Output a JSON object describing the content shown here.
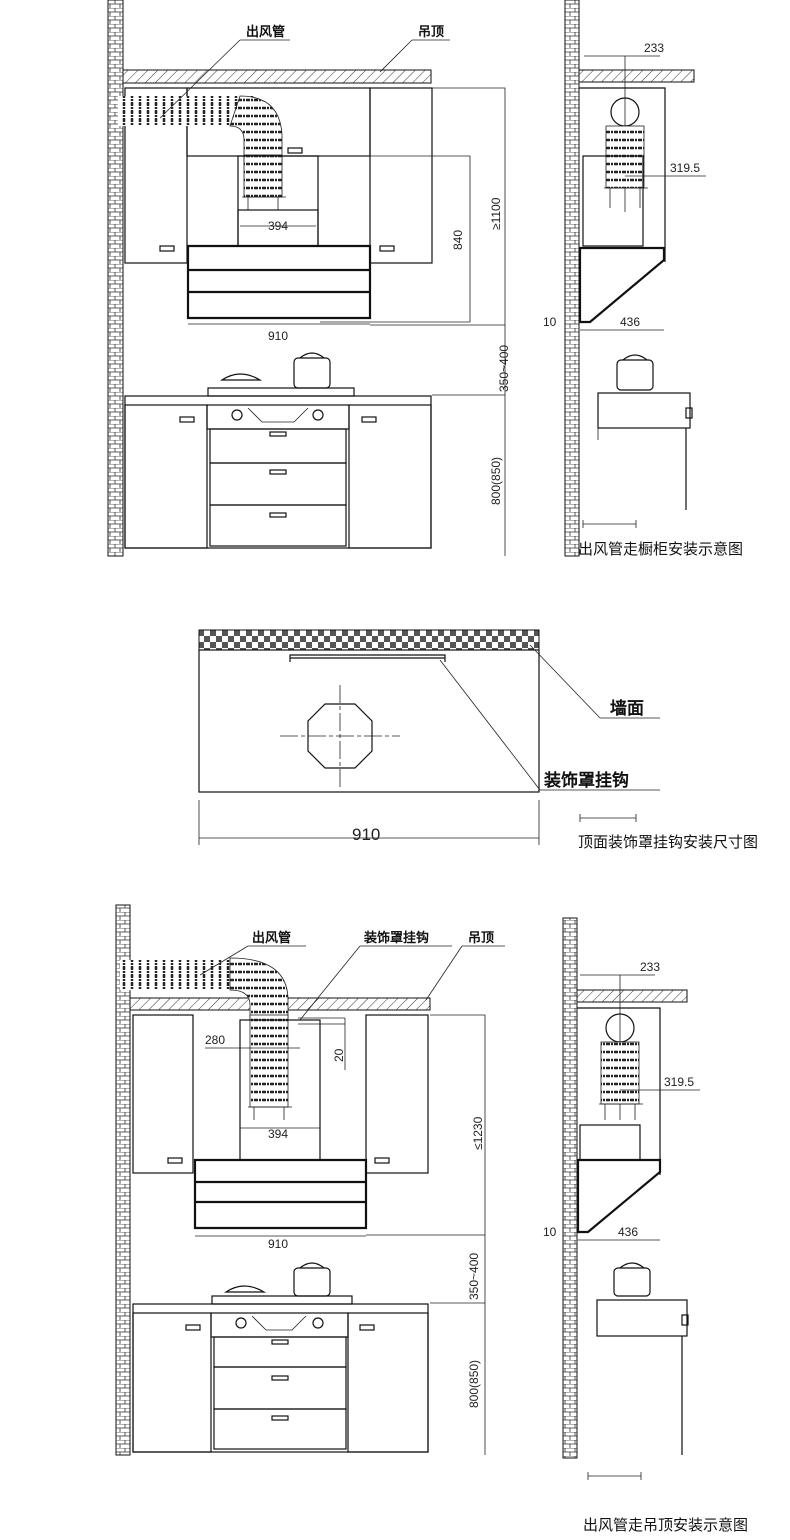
{
  "top_front": {
    "label_duct": "出风管",
    "label_ceiling": "吊顶",
    "dim_394": "394",
    "dim_840": "840",
    "dim_1100": "≥1100",
    "dim_910": "910",
    "dim_350_400": "350~400",
    "dim_800_850": "800(850)"
  },
  "top_side": {
    "dim_233": "233",
    "dim_319_5": "319.5",
    "dim_10": "10",
    "dim_436": "436",
    "caption": "出风管走橱柜安装示意图"
  },
  "middle": {
    "label_wall": "墙面",
    "label_hook": "装饰罩挂钩",
    "dim_910": "910",
    "caption": "顶面装饰罩挂钩安装尺寸图"
  },
  "bottom_front": {
    "label_duct": "出风管",
    "label_hook": "装饰罩挂钩",
    "label_ceiling": "吊顶",
    "dim_280": "280",
    "dim_20": "20",
    "dim_394": "394",
    "dim_1230": "≤1230",
    "dim_910": "910",
    "dim_350_400": "350~400",
    "dim_800_850": "800(850)"
  },
  "bottom_side": {
    "dim_233": "233",
    "dim_319_5": "319.5",
    "dim_10": "10",
    "dim_436": "436",
    "caption": "出风管走吊顶安装示意图"
  }
}
